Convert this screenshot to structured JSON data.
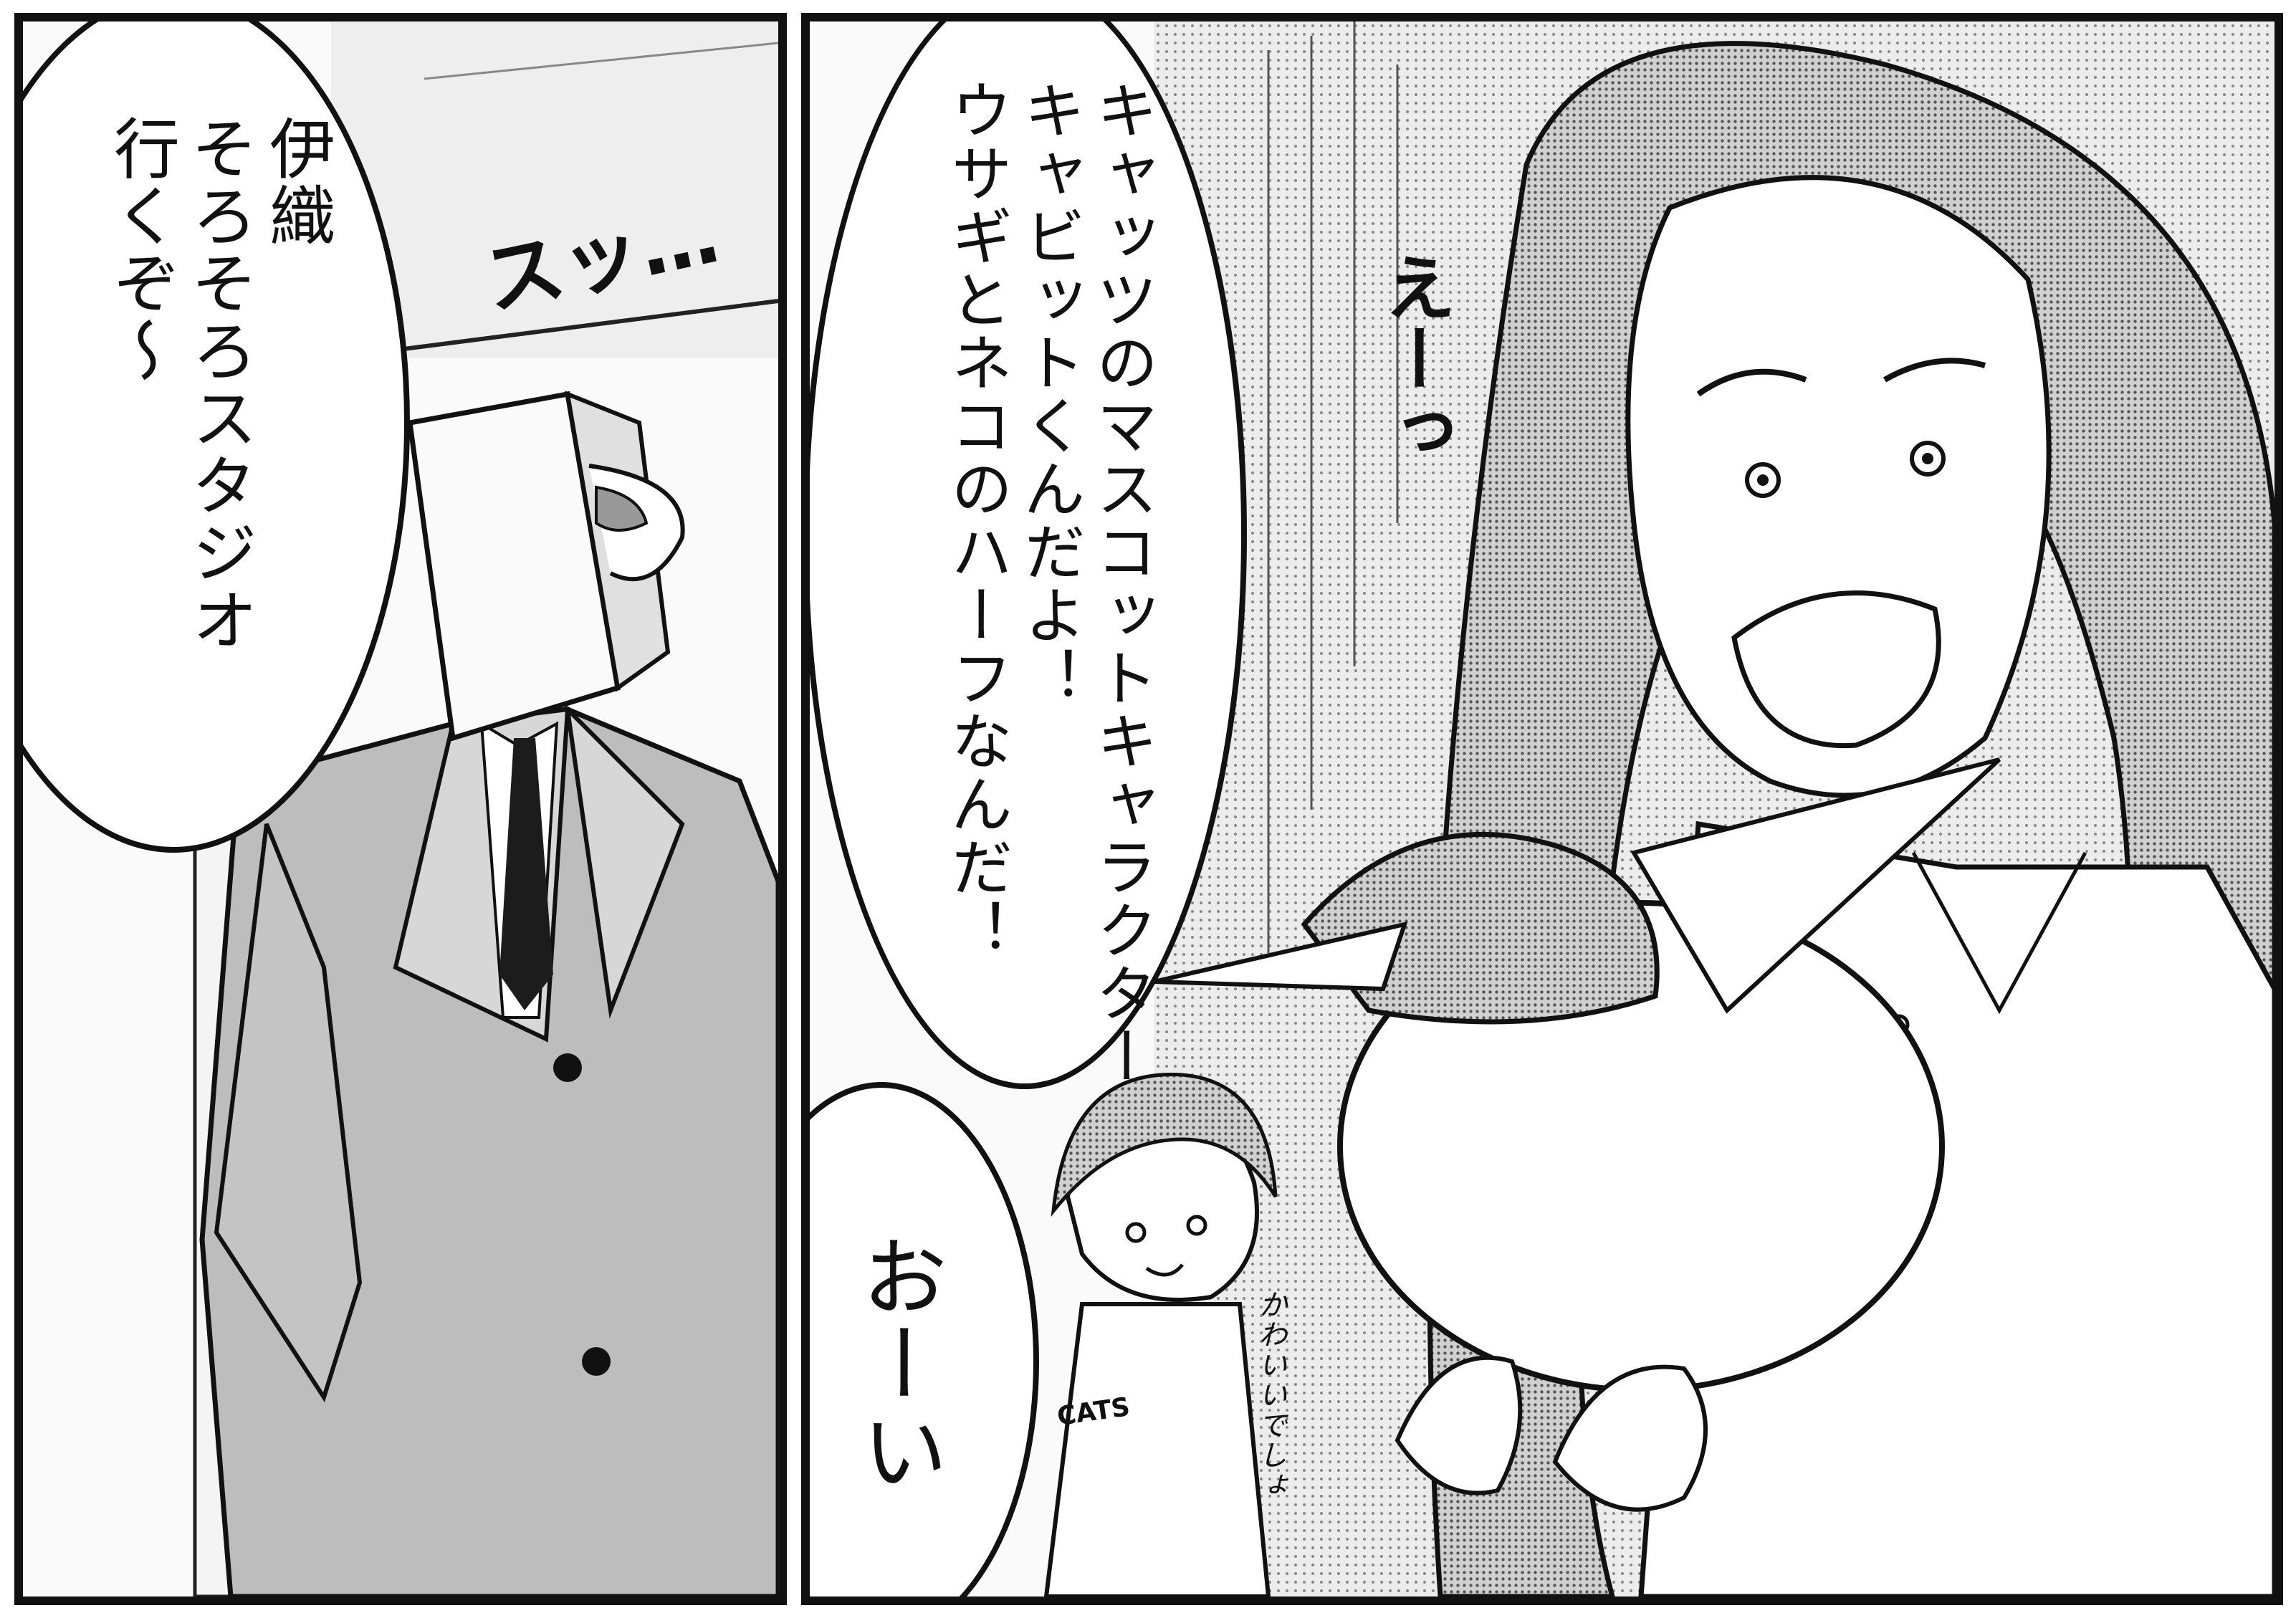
{
  "left_panel": {
    "speech": "伊織\nそろそろスタジオ\n行くぞ〜",
    "sfx": "スッ…"
  },
  "right_panel": {
    "speech": "キャッツのマスコットキャラクター\nキャビットくんだよ！\nウサギとネコのハーフなんだ！",
    "sfx_ee": "えーっ",
    "shout": "おーい",
    "whisper": "かわいいでしょ",
    "shirt_text": "CATS"
  }
}
